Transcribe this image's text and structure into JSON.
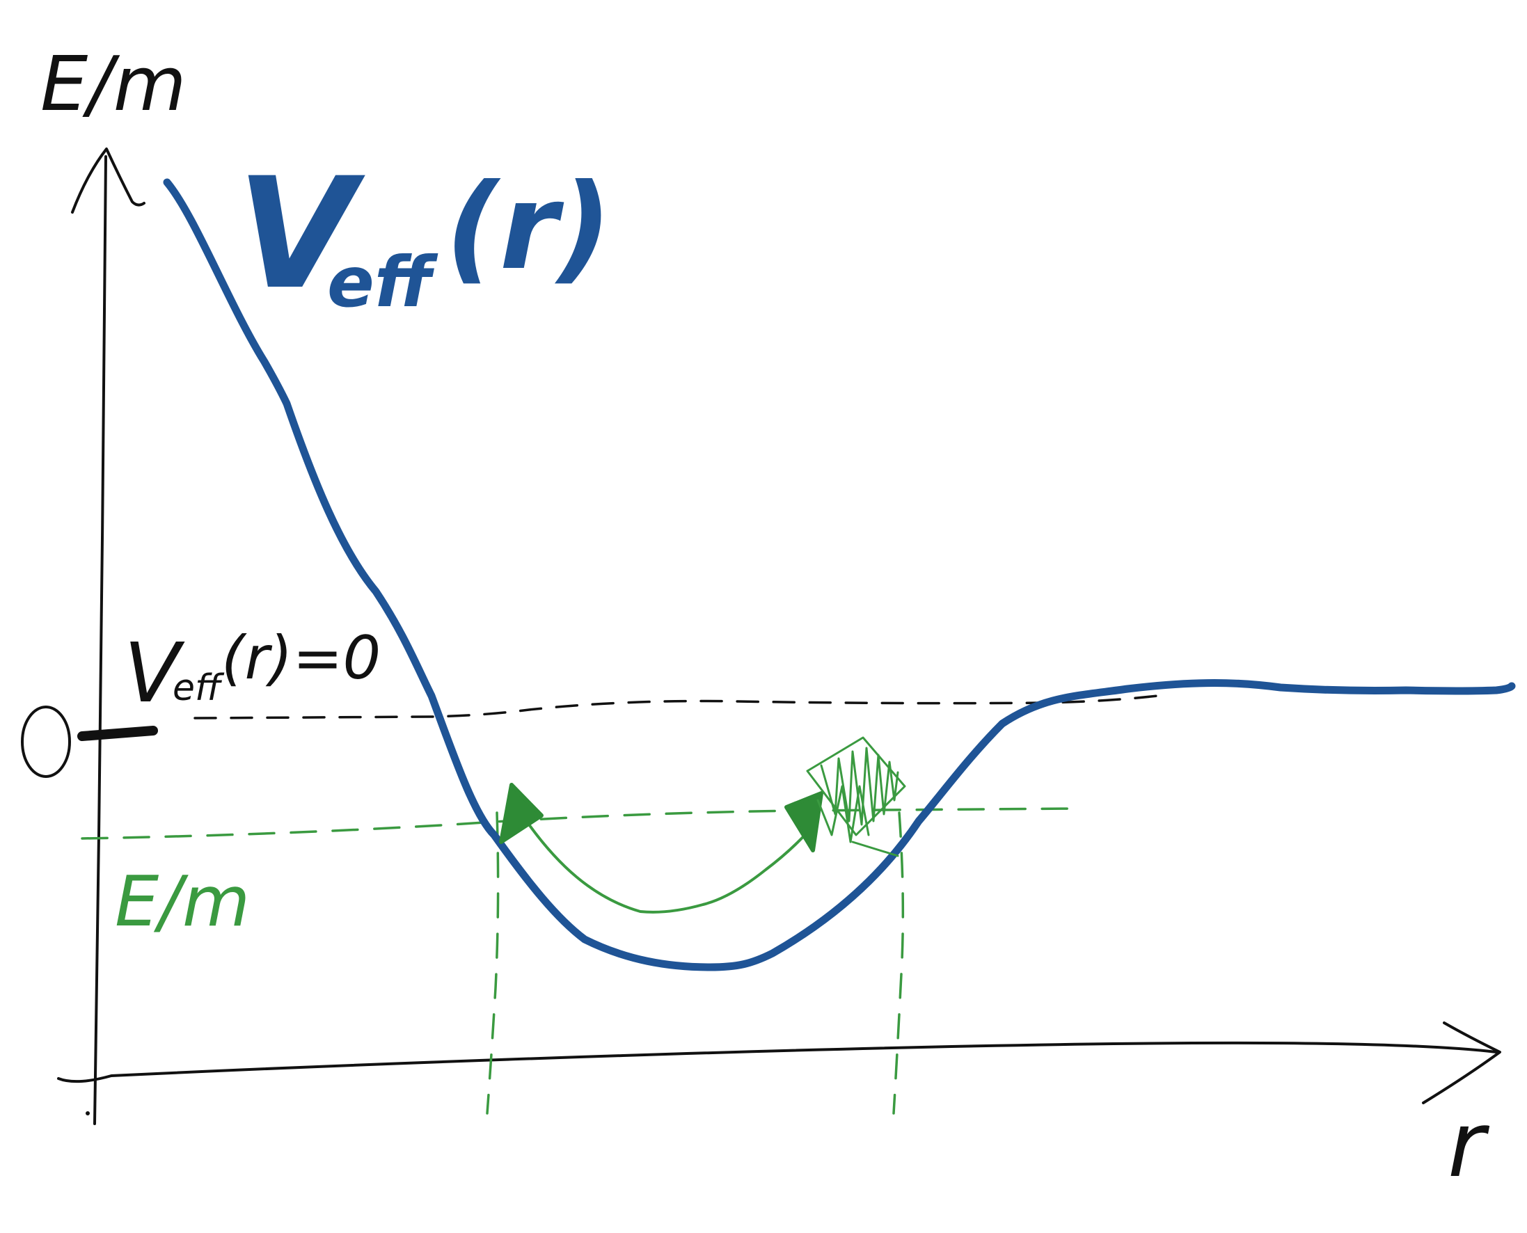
{
  "diagram": {
    "y_axis_label": "E/m",
    "x_axis_label": "r",
    "zero_tick_label": "0",
    "curve_label": "V",
    "curve_label_sub": "eff",
    "curve_label_arg": "(r)",
    "zero_line_label": "V",
    "zero_line_label_sub": "eff",
    "zero_line_label_rest": "(r)=0",
    "energy_line_label": "E/m"
  },
  "colors": {
    "potential_curve": "#1f5496",
    "axes": "#111111",
    "energy": "#3a9a40",
    "background": "#ffffff"
  }
}
